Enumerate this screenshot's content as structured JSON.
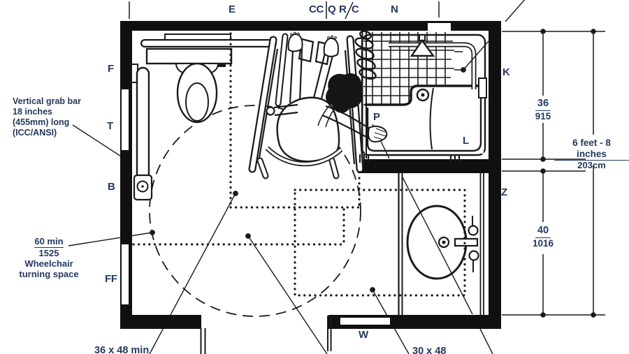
{
  "title": "Accessible bathroom floor plan diagram",
  "labels": {
    "e": "E",
    "cc": "CC",
    "q": "Q",
    "r": "R",
    "c": "C",
    "n": "N",
    "f": "F",
    "t": "T",
    "b": "B",
    "ff": "FF",
    "k": "K",
    "l": "L",
    "z": "Z",
    "p": "P",
    "w": "W"
  },
  "annotations": {
    "vertical_grab_bar": {
      "line1": "Vertical grab bar",
      "line2": "18 inches",
      "line3": "(455mm) long",
      "line4": "(ICC/ANSI)"
    },
    "turning_space": {
      "value": "60 min",
      "metric": "1525",
      "line1": "Wheelchair",
      "line2": "turning space"
    },
    "dim_36": {
      "value": "36",
      "metric": "915"
    },
    "dim_40": {
      "value": "40",
      "metric": "1016"
    },
    "dim_total": {
      "value": "6 feet - 8 inches",
      "metric": "203cm"
    },
    "clear_floor_1": "36 x 48 min",
    "clear_floor_2": "30 x 48"
  },
  "colors": {
    "line": "#1a1a1a",
    "label_text": "#24395e",
    "background": "#ffffff"
  }
}
